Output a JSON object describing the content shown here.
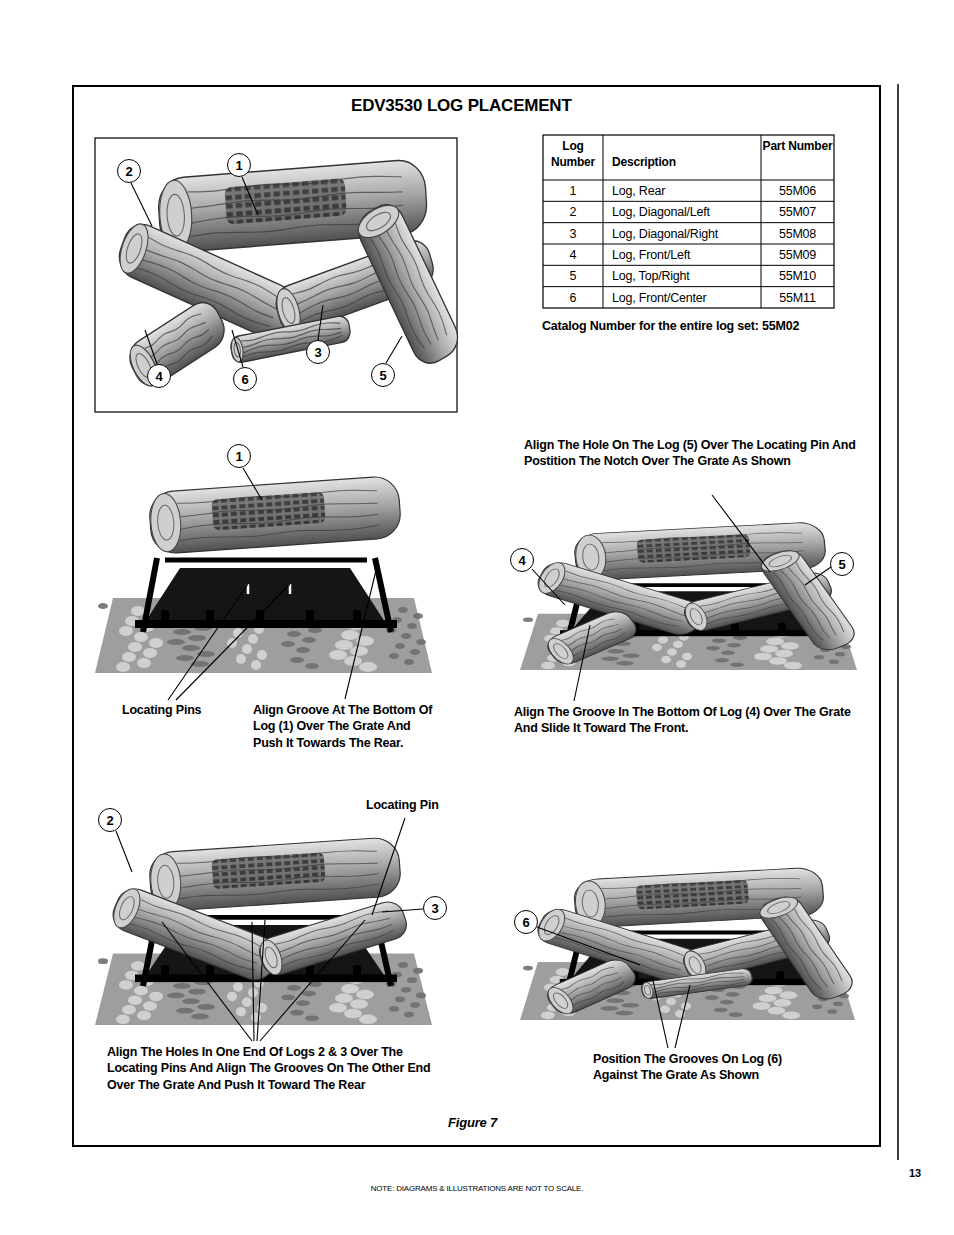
{
  "diagram": {
    "title": "EDV3530 LOG PLACEMENT",
    "caption": "Figure 7",
    "nodes": [
      {
        "text": [
          "2"
        ]
      },
      {
        "text": [
          "1"
        ]
      },
      {
        "text": [
          "3"
        ]
      },
      {
        "text": [
          "4"
        ]
      },
      {
        "text": [
          "6"
        ]
      },
      {
        "text": [
          "5"
        ]
      },
      {
        "text": [
          "1"
        ]
      },
      {
        "text": [
          "4"
        ]
      },
      {
        "text": [
          "5"
        ]
      },
      {
        "text": [
          "2"
        ]
      },
      {
        "text": [
          "3"
        ]
      },
      {
        "text": [
          "6"
        ]
      }
    ],
    "labels": [
      "Log Number",
      "Description",
      "Part Number",
      "1",
      "Log, Rear",
      "55M06",
      "2",
      "Log, Diagonal/Left",
      "55M07",
      "3",
      "Log, Diagonal/Right",
      "55M08",
      "4",
      "Log, Front/Left",
      "55M09",
      "5",
      "Log, Top/Right",
      "55M10",
      "6",
      "Log, Front/Center",
      "55M11",
      "Catalog Number for the entire log set: 55M02",
      "Align The Hole On The Log (5) Over The Locating Pin And Postition The Notch Over The Grate As Shown",
      "Locating Pins",
      "Align Groove At The Bottom Of Log (1) Over The Grate And Push It Towards The Rear.",
      "Align The Groove In The Bottom Of Log (4) Over The Grate And Slide It Toward The Front.",
      "Locating Pin",
      "Align The Holes In One End Of Logs 2 & 3 Over The Locating Pins And Align The Grooves On The Other End Over The Grate And Push It Toward The Rear",
      "Position The Grooves On Log (6) Against The Grate As Shown",
      "13",
      "NOTE: DIAGRAMS & ILLUSTRATIONS ARE NOT TO SCALE."
    ]
  }
}
